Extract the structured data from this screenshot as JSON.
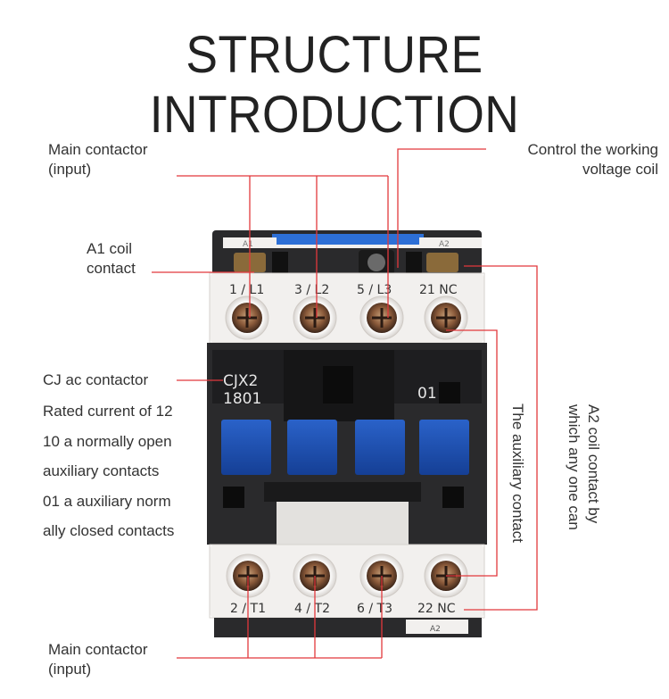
{
  "title": "STRUCTURE INTRODUCTION",
  "callouts": {
    "main_input_top": [
      "Main contactor",
      "(input)"
    ],
    "coil_control": [
      "Control the working",
      "voltage coil"
    ],
    "a1": [
      "A1 coil",
      "contact"
    ],
    "cj": "CJ ac contactor",
    "spec_lines": [
      "Rated current of 12",
      "10 a normally open",
      "auxiliary contacts",
      "01 a auxiliary norm",
      "ally closed contacts"
    ],
    "auxiliary": "The auxiliary contact",
    "a2": [
      "A2 coil contact by",
      "which any one can"
    ],
    "main_input_bottom": [
      "Main contactor",
      "(input)"
    ]
  },
  "device": {
    "model": "CJX2",
    "rating": "1801",
    "aux_code": "01",
    "top_terminals": [
      "1 / L1",
      "3 / L2",
      "5 / L3",
      "21 NC"
    ],
    "bottom_terminals": [
      "2 / T1",
      "4 / T2",
      "6 / T3",
      "22 NC"
    ],
    "small_top_left": "A1",
    "small_top_right": "A2",
    "small_bottom_right": "A2"
  },
  "colors": {
    "line": "#e2383c",
    "body_dark": "#2a2a2c",
    "housing_white": "#f2f0ee",
    "button_blue": "#1d4fb0"
  }
}
